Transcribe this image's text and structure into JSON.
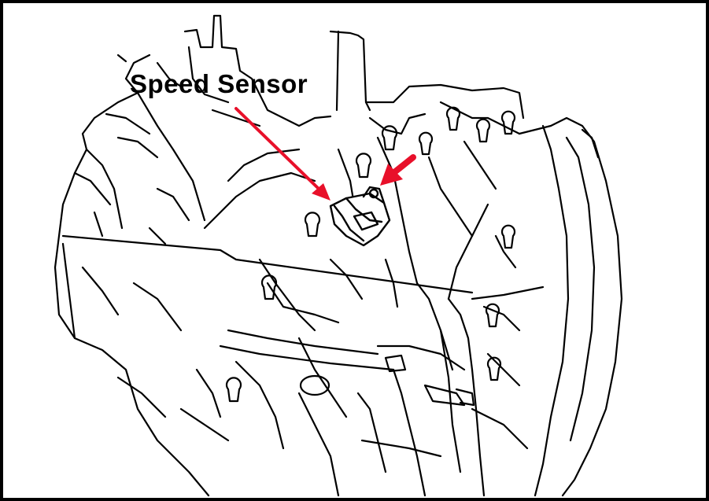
{
  "diagram": {
    "callout_label": "Speed Sensor",
    "colors": {
      "arrow": "#e8102a",
      "line": "#000000",
      "background": "#ffffff"
    },
    "icons": [
      "transmission-housing-drawing",
      "speed-sensor-part",
      "pointer-arrow"
    ]
  }
}
